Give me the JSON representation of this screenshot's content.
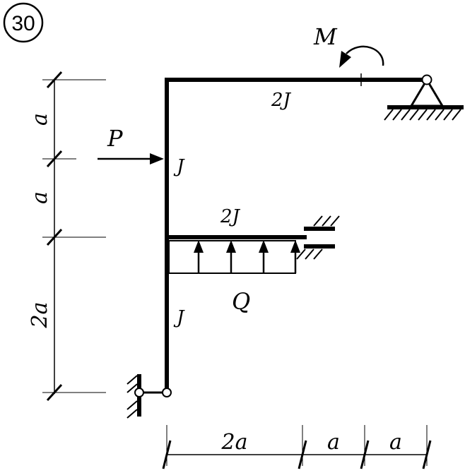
{
  "problem_number": "30",
  "labels": {
    "moment": "M",
    "force": "P",
    "distributed_load": "Q",
    "top_beam_stiffness": "2J",
    "upper_column_stiffness": "J",
    "middle_beam_stiffness": "2J",
    "lower_column_stiffness": "J"
  },
  "dimensions": {
    "vertical": [
      "a",
      "a",
      "2a"
    ],
    "horizontal": [
      "2a",
      "a",
      "a"
    ]
  }
}
